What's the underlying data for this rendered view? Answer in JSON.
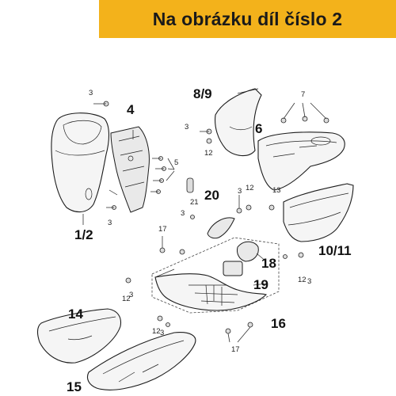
{
  "banner": {
    "title": "Na obrázku díl číslo 2",
    "color": "#f3b21b"
  },
  "parts": {
    "p1_2": "1/2",
    "p3_a": "3",
    "p3_b": "3",
    "p3_c": "3",
    "p3_d": "3",
    "p3_e": "3",
    "p3_f": "3",
    "p3_g": "3",
    "p3_h": "3",
    "p4": "4",
    "p5": "5",
    "p6": "6",
    "p7": "7",
    "p8_9": "8/9",
    "p10_11": "10/11",
    "p12_a": "12",
    "p12_b": "12",
    "p12_c": "12",
    "p12_d": "12",
    "p12_e": "12",
    "p13": "13",
    "p14": "14",
    "p15": "15",
    "p16": "16",
    "p17_a": "17",
    "p17_b": "17",
    "p18": "18",
    "p19": "19",
    "p20": "20",
    "p21": "21"
  }
}
